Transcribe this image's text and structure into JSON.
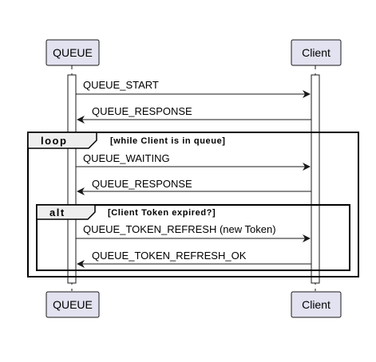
{
  "participants": {
    "queue": {
      "name": "QUEUE"
    },
    "client": {
      "name": "Client"
    }
  },
  "colors": {
    "participant_fill": "#e2e2f0",
    "participant_border": "#181818",
    "line": "#181818",
    "background": "#ffffff"
  },
  "frames": {
    "loop": {
      "keyword": "loop",
      "guard": "[while Client is in queue]"
    },
    "alt": {
      "keyword": "alt",
      "guard": "[Client Token expired?]"
    }
  },
  "messages": [
    {
      "label": "QUEUE_START",
      "from": "QUEUE",
      "to": "Client"
    },
    {
      "label": "QUEUE_RESPONSE",
      "from": "Client",
      "to": "QUEUE"
    },
    {
      "label": "QUEUE_WAITING",
      "from": "QUEUE",
      "to": "Client"
    },
    {
      "label": "QUEUE_RESPONSE",
      "from": "Client",
      "to": "QUEUE"
    },
    {
      "label": "QUEUE_TOKEN_REFRESH (new Token)",
      "from": "QUEUE",
      "to": "Client"
    },
    {
      "label": "QUEUE_TOKEN_REFRESH_OK",
      "from": "Client",
      "to": "QUEUE"
    }
  ]
}
